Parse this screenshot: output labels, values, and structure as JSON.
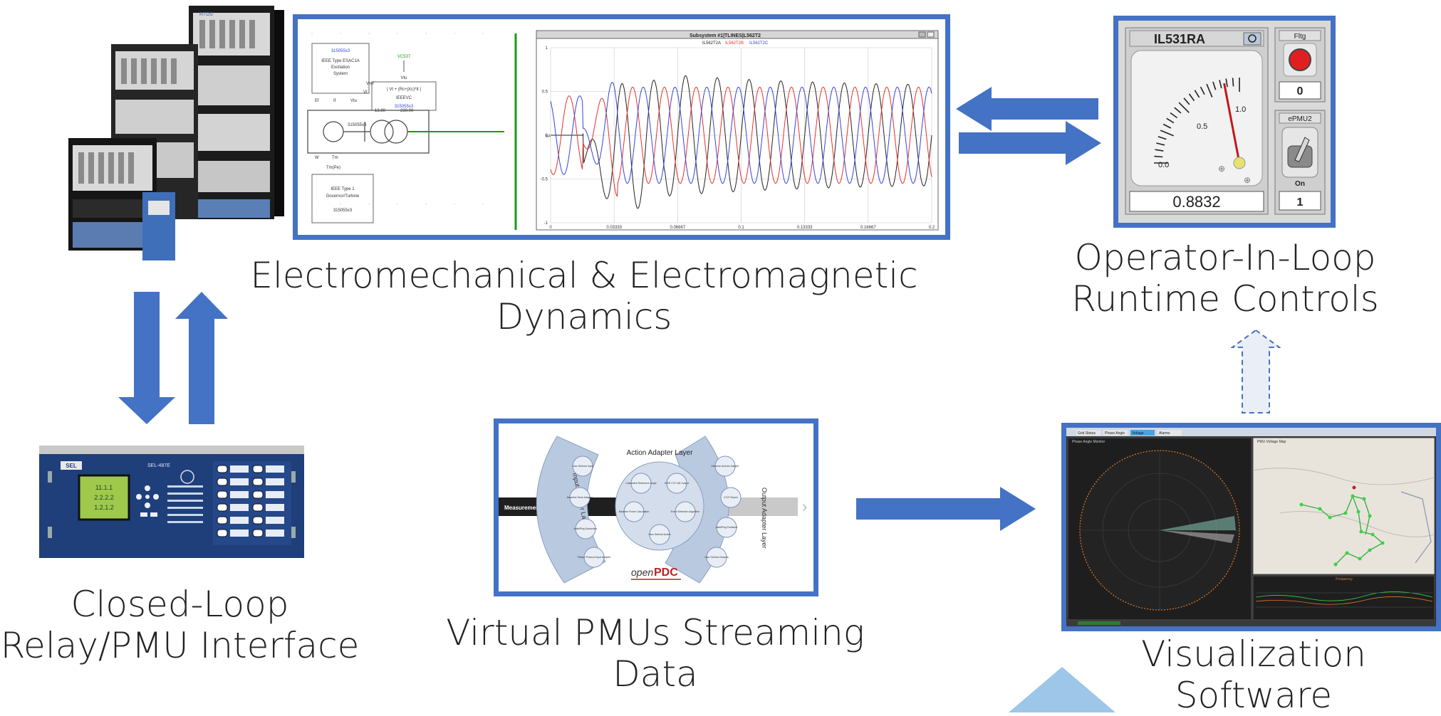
{
  "captions": {
    "dynamics_line1": "Electromechanical & Electromagnetic",
    "dynamics_line2": "Dynamics",
    "operator_line1": "Operator-In-Loop",
    "operator_line2": "Runtime Controls",
    "relay_line1": "Closed-Loop",
    "relay_line2": "Relay/PMU Interface",
    "pmu": "Virtual PMUs Streaming Data",
    "viz_line1": "Visualization",
    "viz_line2": "Software"
  },
  "simulation": {
    "plot_title": "Subsystem #1|TLINES|L562T2",
    "legend": [
      "IL562T2A",
      "IL562T2B",
      "IL562T2C"
    ],
    "y_axis_label": "kA",
    "x_ticks": [
      "0",
      "0.03333",
      "0.06667",
      "0.1",
      "0.13333",
      "0.16667",
      "0.2"
    ],
    "y_ticks": [
      "1",
      "0.5",
      "0",
      "-0.5",
      "-1"
    ],
    "block_exciter": [
      "315055x3",
      "IEEE Type ESAC1A",
      "Excitation",
      "System"
    ],
    "block_ieeevc": [
      "VC537",
      "Vtu",
      "| Vt + (Rc+jXc)*It |",
      "IEEEVC",
      "315055x3"
    ],
    "block_gov": [
      "IEEE Type 1",
      "Governor/Turbine",
      "315055x3"
    ],
    "signals": [
      "Ef",
      "If",
      "Vtu",
      "Vt",
      "W",
      "Tm",
      "Tm(Pe)",
      "Vref"
    ],
    "transformer": [
      "13.80",
      "230.00",
      "315055x3"
    ],
    "colors": {
      "phase_a": "#222222",
      "phase_b": "#e8302a",
      "phase_c": "#3344dd",
      "bus": "#1a9a1a"
    }
  },
  "controls": {
    "meter_name": "IL531RA",
    "meter_scale": [
      "0.0",
      "0.5",
      "1.0"
    ],
    "meter_value": "0.8832",
    "meter_needle_fraction": 0.88,
    "fault_label": "Fltg",
    "fault_value": "0",
    "switch_label": "ePMU2",
    "switch_state": "On",
    "switch_value": "1"
  },
  "relay": {
    "model": "SEL-487E",
    "lcd_lines": [
      "11.1.1",
      "2.2.2.2",
      "1.2.1.2"
    ],
    "brand": "SEL"
  },
  "openpdc": {
    "center_title": "Action Adapter Layer",
    "input_layer": "Input Adapter Layer",
    "output_layer": "Output Adapter Layer",
    "measurements": "Measurements",
    "logo_open": "open",
    "logo_pdc": "PDC",
    "input_items": [
      "User Defined Input",
      "Baseline Store Adapter",
      "IntelliPing Subscriber",
      "Phasor Protocol Input Adapter"
    ],
    "action_items": [
      "Calculated Reference Angle",
      "IEEE C37.118 Output",
      "Baseline Power Calculation",
      "Event Detection Algorithm",
      "User Defined Action"
    ],
    "output_items": [
      "Historian Archive Adapter",
      "ICCP Export",
      "IntelliPing Publisher",
      "User Defined Outputs"
    ]
  },
  "visualization": {
    "tabs": [
      "Grid Status",
      "Phase Angle",
      "Voltage",
      "Alarms"
    ],
    "panel_left_title": "Phase Angle Monitor",
    "panel_right_title": "PMU Voltage Map",
    "chart_title": "Frequency"
  },
  "hardware": {
    "brand": "RTDS"
  }
}
